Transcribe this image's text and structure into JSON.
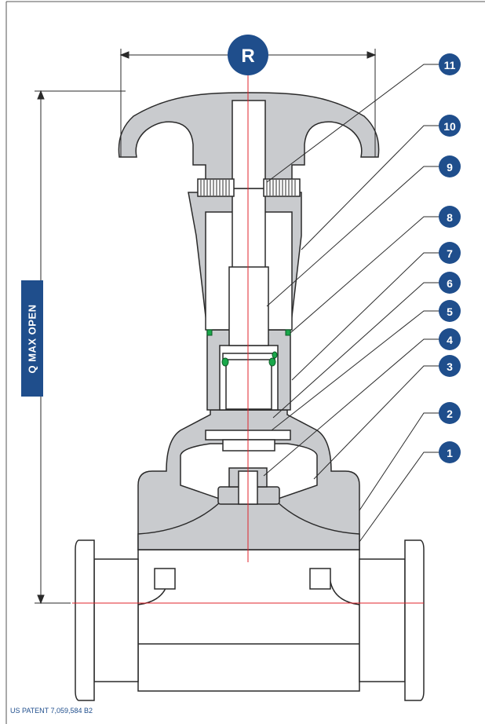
{
  "dimensions": {
    "handle_dimension_label": "R",
    "height_dimension_label": "Q MAX OPEN"
  },
  "callouts": [
    {
      "number": "11"
    },
    {
      "number": "10"
    },
    {
      "number": "9"
    },
    {
      "number": "8"
    },
    {
      "number": "7"
    },
    {
      "number": "6"
    },
    {
      "number": "5"
    },
    {
      "number": "4"
    },
    {
      "number": "3"
    },
    {
      "number": "2"
    },
    {
      "number": "1"
    }
  ],
  "footer": {
    "patent": "US PATENT 7,059,584 B2"
  },
  "colors": {
    "accent": "#1f4e8c",
    "section_fill": "#c9cbce",
    "outline": "#2a2a2a",
    "centerline": "#e0232b",
    "seal": "#1aa84a"
  }
}
